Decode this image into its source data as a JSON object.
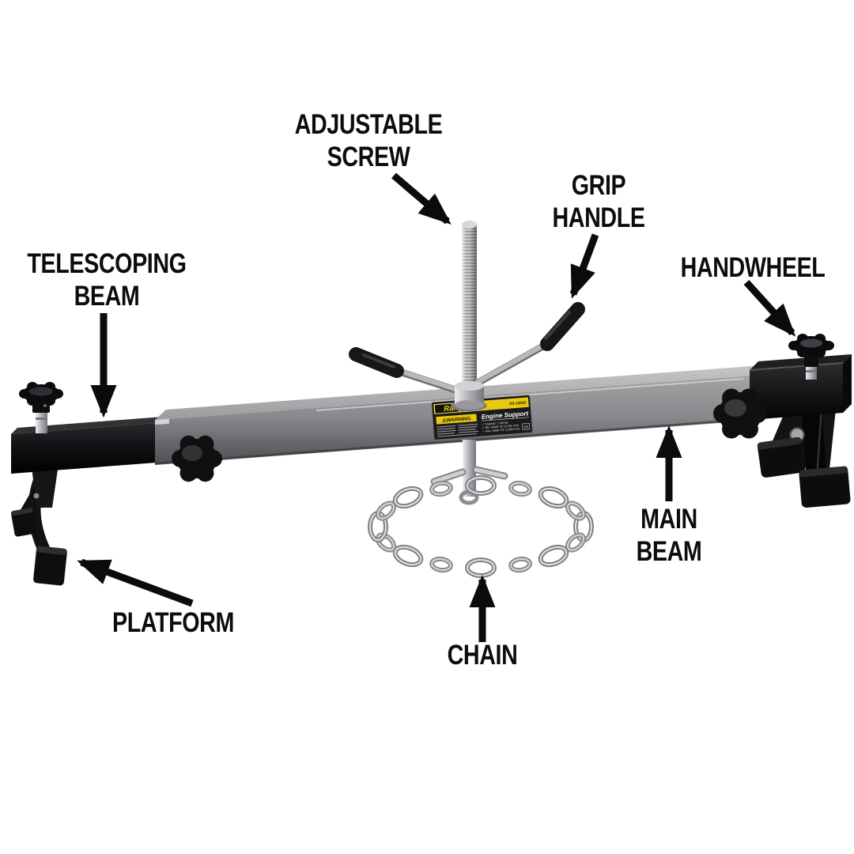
{
  "diagram": {
    "labels": {
      "adjustable_screw": {
        "line1": "ADJUSTABLE",
        "line2": "SCREW"
      },
      "grip_handle": {
        "line1": "GRIP",
        "line2": "HANDLE"
      },
      "handwheel": {
        "line1": "HANDWHEEL"
      },
      "telescoping_beam": {
        "line1": "TELESCOPING",
        "line2": "BEAM"
      },
      "main_beam": {
        "line1": "MAIN",
        "line2": "BEAM"
      },
      "platform": {
        "line1": "PLATFORM"
      },
      "chain": {
        "line1": "CHAIN"
      }
    },
    "product_label": {
      "brand": "Ranger",
      "model": "RS-1000S",
      "warning": "⚠WARNING",
      "product_name": "Engine Support",
      "spec1": "✓ Capacity: 1,100 lbs",
      "spec2": "✓ Min. Width: 41\" (1,041 mm)",
      "spec3": "✓ Max. Width: 63\" (1,600 mm)",
      "ce": "CE"
    },
    "colors": {
      "background": "#ffffff",
      "arrow_and_text": "#0b0b0b",
      "beam_gray": "#87878b",
      "frame_black": "#141416",
      "chrome_silver": "#c3c3c7",
      "label_yellow": "#e8c90e"
    }
  }
}
